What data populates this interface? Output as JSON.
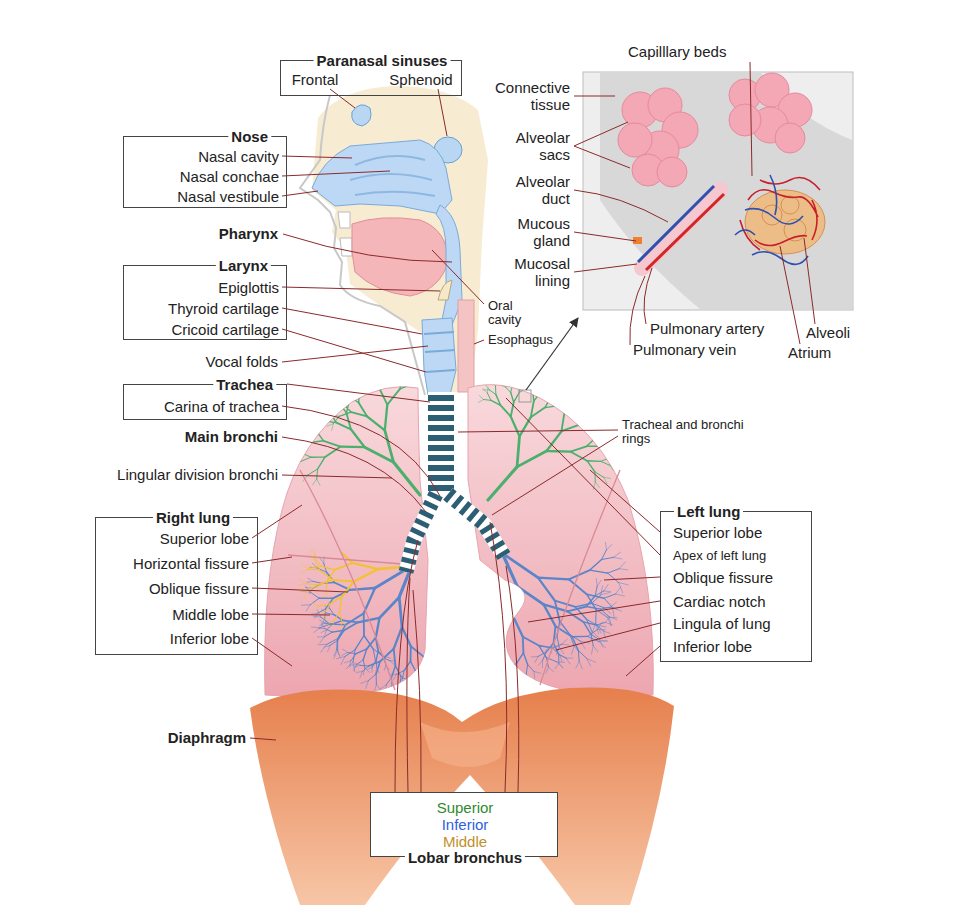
{
  "diagram": {
    "nodes": [
      {
        "text": [
          "Paranasal sinuses",
          "Frontal",
          "Sphenoid"
        ]
      },
      {
        "text": [
          "Nose",
          "Nasal cavity",
          "Nasal conchae",
          "Nasal vestibule"
        ]
      },
      {
        "text": [
          "Larynx",
          "Epiglottis",
          "Thyroid cartilage",
          "Cricoid cartilage"
        ]
      },
      {
        "text": [
          "Trachea",
          "Carina of trachea"
        ]
      },
      {
        "text": [
          "Right lung",
          "Superior lobe",
          "Horizontal fissure",
          "Oblique fissure",
          "Middle lobe",
          "Inferior lobe"
        ]
      },
      {
        "text": [
          "Left lung",
          "Superior lobe",
          "Apex of left lung",
          "Oblique fissure",
          "Cardiac notch",
          "Lingula of lung",
          "Inferior lobe"
        ]
      },
      {
        "text": [
          "Superior",
          "Inferior",
          "Middle",
          "Lobar bronchus"
        ]
      }
    ],
    "labels": [
      "Capilllary beds",
      "Connective tissue",
      "Alveolar sacs",
      "Alveolar duct",
      "Mucous gland",
      "Pharynx",
      "Mucosal lining",
      "Oral cavity",
      "Pulmonary artery",
      "Alveoli",
      "Esophagus",
      "Pulmonary vein",
      "Atrium",
      "Vocal folds",
      "Tracheal and bronchi rings",
      "Main bronchi",
      "Lingular division bronchi",
      "Diaphragm"
    ]
  }
}
